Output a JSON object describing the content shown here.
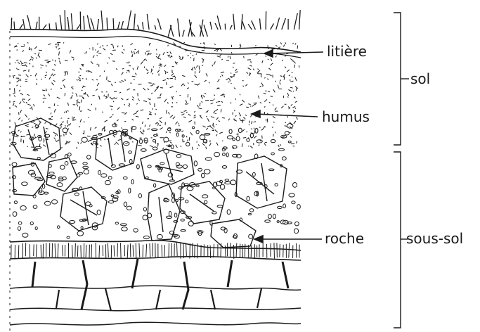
{
  "labels": {
    "litiere": "litière",
    "humus": "humus",
    "roche": "roche",
    "sol": "sol",
    "sous_sol": "sous-sol"
  },
  "colors": {
    "ink": "#1a1a1a",
    "paper": "#ffffff"
  }
}
